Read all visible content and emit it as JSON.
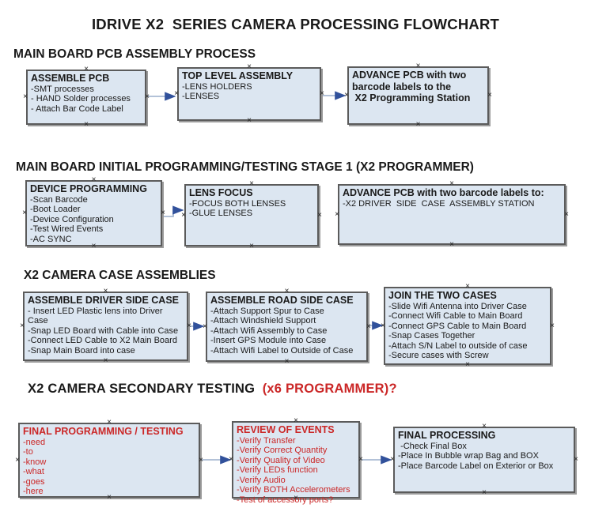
{
  "title": "IDRIVE X2  SERIES CAMERA PROCESSING FLOWCHART",
  "glyphs": {
    "connection_point": "×"
  },
  "colors": {
    "box_fill": "#dce6f1",
    "box_border": "#5b5b5b",
    "box_shadow": "#9a9a9a",
    "text": "#1a1a1a",
    "red_text": "#cb2727",
    "arrow_line": "#9aaecb",
    "arrow_head": "#31519b",
    "anchor": "#222222",
    "background": "#ffffff"
  },
  "sections": {
    "pcb_assembly": {
      "header": "MAIN BOARD PCB ASSEMBLY PROCESS"
    },
    "initial_programming": {
      "header": "MAIN BOARD INITIAL PROGRAMMING/TESTING STAGE 1 (X2 PROGRAMMER)"
    },
    "case_assemblies": {
      "header": "X2 CAMERA CASE ASSEMBLIES"
    },
    "secondary_testing": {
      "header_main": "X2 CAMERA SECONDARY TESTING  ",
      "header_note": "(x6 PROGRAMMER)?"
    }
  },
  "boxes": {
    "assemble_pcb": {
      "title": "ASSEMBLE PCB",
      "lines": [
        "-SMT processes",
        "- HAND Solder processes",
        "- Attach Bar Code Label"
      ]
    },
    "top_level_assembly": {
      "title": "TOP LEVEL ASSEMBLY",
      "lines": [
        "-LENS HOLDERS",
        "-LENSES"
      ]
    },
    "advance_pcb_programming_station": {
      "title": "ADVANCE PCB with two\nbarcode labels to the\n X2 Programming Station",
      "lines": []
    },
    "device_programming": {
      "title": "DEVICE PROGRAMMING",
      "lines": [
        "-Scan Barcode",
        "-Boot Loader",
        "-Device Configuration",
        "-Test Wired Events",
        "-AC SYNC"
      ]
    },
    "lens_focus": {
      "title": "LENS FOCUS",
      "lines": [
        "-FOCUS BOTH LENSES",
        "-GLUE LENSES"
      ]
    },
    "advance_pcb_driver_station": {
      "title": "ADVANCE PCB with two barcode labels to:",
      "lines": [
        "-X2 DRIVER  SIDE  CASE  ASSEMBLY STATION"
      ]
    },
    "assemble_driver_side_case": {
      "title": "ASSEMBLE DRIVER SIDE CASE",
      "lines": [
        "- Insert LED Plastic lens into Driver Case",
        "-Snap LED Board with Cable into Case",
        "-Connect LED Cable to X2 Main Board",
        "-Snap Main Board into case"
      ]
    },
    "assemble_road_side_case": {
      "title": "ASSEMBLE ROAD SIDE CASE",
      "lines": [
        "-Attach Support Spur to Case",
        "-Attach Windshield Support",
        "-Attach Wifi Assembly to Case",
        "-Insert GPS Module into Case",
        "-Attach Wifi Label to Outside of Case"
      ]
    },
    "join_the_two_cases": {
      "title": "JOIN THE TWO CASES",
      "lines": [
        "-Slide Wifi Antenna into Driver Case",
        "-Connect Wifi Cable to Main Board",
        "-Connect GPS Cable to Main Board",
        "-Snap Cases Together",
        "-Attach S/N Label to outside of case",
        "-Secure cases with Screw"
      ]
    },
    "final_programming_testing": {
      "title": "FINAL PROGRAMMING / TESTING",
      "lines": [
        "-need",
        "-to",
        "-know",
        "-what",
        "-goes",
        "-here"
      ]
    },
    "review_of_events": {
      "title": "REVIEW OF EVENTS",
      "lines": [
        "-Verify Transfer",
        "-Verify Correct Quantity",
        "-Verify Quality of Video",
        "-Verify LEDs function",
        "-Verify Audio",
        "-Verify BOTH Accelerometers",
        "-Test of accessory ports?"
      ]
    },
    "final_processing": {
      "title": "FINAL PROCESSING",
      "lines": [
        " -Check Final Box",
        "-Place In Bubble wrap Bag and BOX",
        "-Place Barcode Label on Exterior or Box"
      ]
    }
  }
}
